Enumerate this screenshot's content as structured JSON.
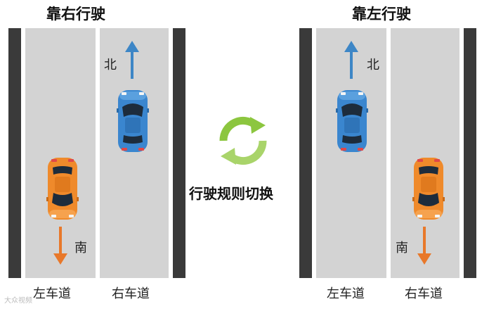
{
  "left_panel": {
    "title": "靠右行驶",
    "lane_left_label": "左车道",
    "lane_right_label": "右车道",
    "north_label": "北",
    "south_label": "南"
  },
  "right_panel": {
    "title": "靠左行驶",
    "lane_left_label": "左车道",
    "lane_right_label": "右车道",
    "north_label": "北",
    "south_label": "南"
  },
  "center": {
    "caption": "行驶规则切换"
  },
  "watermark": "大众视频",
  "colors": {
    "road": "#d3d3d3",
    "curb": "#3a3a3a",
    "arrow_blue": "#3d86c6",
    "arrow_orange": "#e8782a",
    "blue_car": "#3a86cf",
    "orange_car": "#ef8a2b",
    "cycle_green": "#8cc63f"
  },
  "icons": {
    "north_arrow": "arrow-up-icon",
    "south_arrow": "arrow-down-icon",
    "switch": "cycle-arrows-icon",
    "car": "car-icon"
  }
}
